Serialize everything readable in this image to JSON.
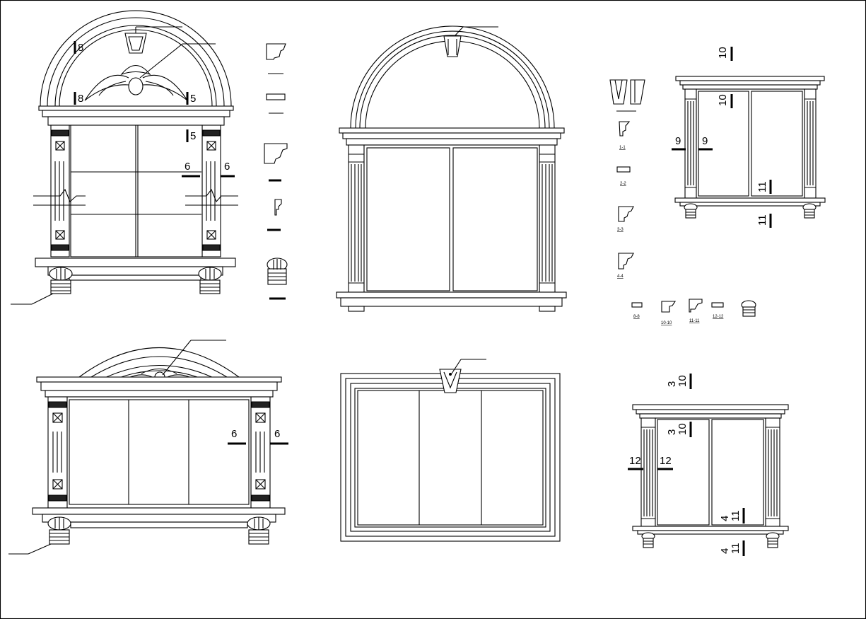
{
  "drawing": {
    "window_top_left": {
      "marks": [
        "8",
        "8",
        "5",
        "5",
        "6",
        "6"
      ]
    },
    "window_top_right": {
      "marks": [
        "10",
        "10",
        "9",
        "9",
        "11",
        "11"
      ]
    },
    "window_bottom_left": {
      "marks": [
        "6",
        "6"
      ]
    },
    "window_bottom_right": {
      "marks": [
        "3",
        "10",
        "3",
        "10",
        "12",
        "12",
        "4",
        "11",
        "4",
        "11"
      ]
    },
    "section_labels": [
      "1-1",
      "2-2",
      "3-3",
      "4-4",
      "8-8",
      "10-10",
      "11-11",
      "12-12"
    ]
  }
}
